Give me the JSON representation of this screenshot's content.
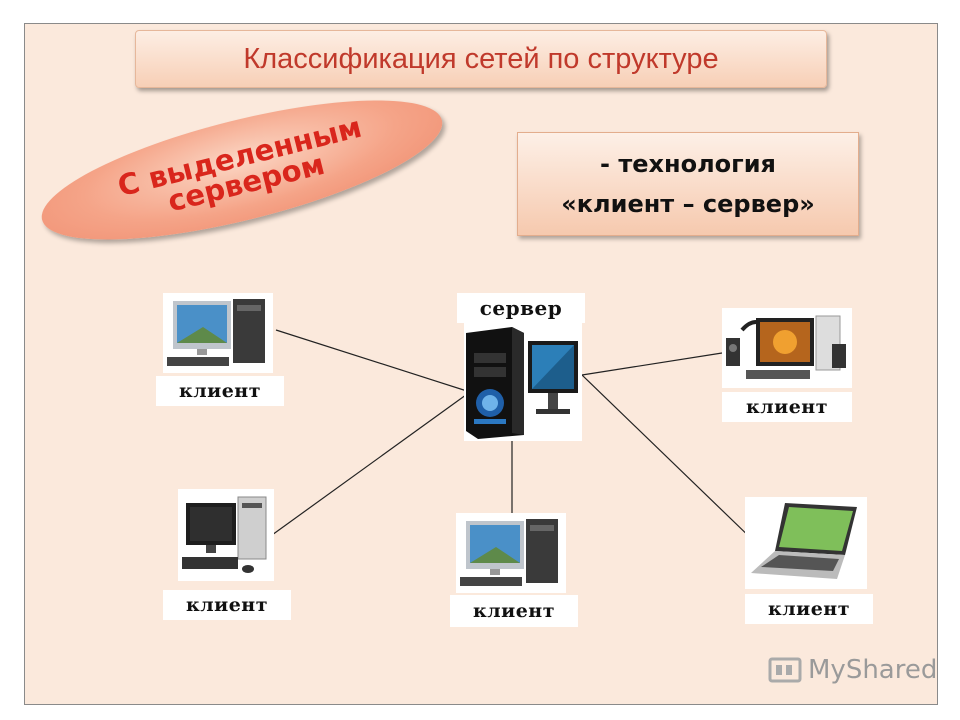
{
  "title": "Классификация сетей по структуре",
  "ellipse": {
    "line1": "С выделенным",
    "line2": "сервером"
  },
  "tech": {
    "line1": "- технология",
    "line2": "«клиент – сервер»"
  },
  "server": {
    "label": "сервер",
    "icon": "server-tower-icon"
  },
  "clients": [
    {
      "label": "клиент",
      "icon": "desktop-computer-icon"
    },
    {
      "label": "клиент",
      "icon": "desktop-computer-speakers-icon"
    },
    {
      "label": "клиент",
      "icon": "desktop-computer-icon"
    },
    {
      "label": "клиент",
      "icon": "desktop-computer-icon"
    },
    {
      "label": "клиент",
      "icon": "laptop-icon"
    }
  ],
  "watermark": {
    "text": "MyShared",
    "icon": "myshared-logo-icon"
  },
  "colors": {
    "title_text": "#c0392b",
    "ellipse_text": "#d9261c",
    "background": "#fbe9dc"
  }
}
